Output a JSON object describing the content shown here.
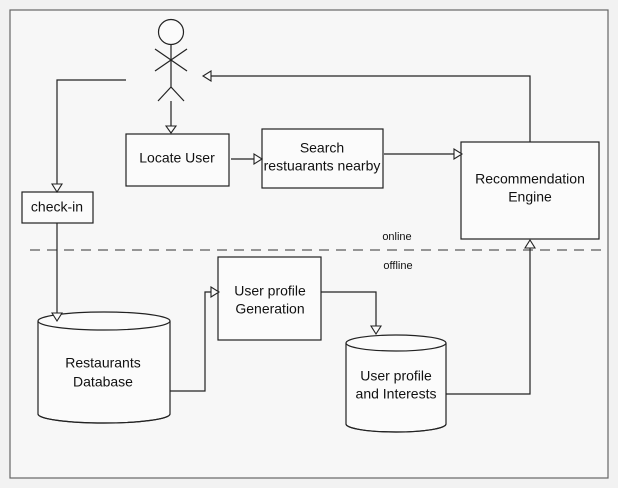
{
  "nodes": {
    "locate_user": "Locate User",
    "search_restaurants_line1": "Search",
    "search_restaurants_line2": "restuarants nearby",
    "recommendation_engine_line1": "Recommendation",
    "recommendation_engine_line2": "Engine",
    "checkin": "check-in",
    "user_profile_generation_line1": "User profile",
    "user_profile_generation_line2": "Generation",
    "restaurants_database_line1": "Restaurants",
    "restaurants_database_line2": "Database",
    "user_profile_interests_line1": "User profile",
    "user_profile_interests_line2": "and Interests"
  },
  "zones": {
    "online": "online",
    "offline": "offline"
  },
  "icons": {
    "actor": "user-stick-figure-icon"
  }
}
